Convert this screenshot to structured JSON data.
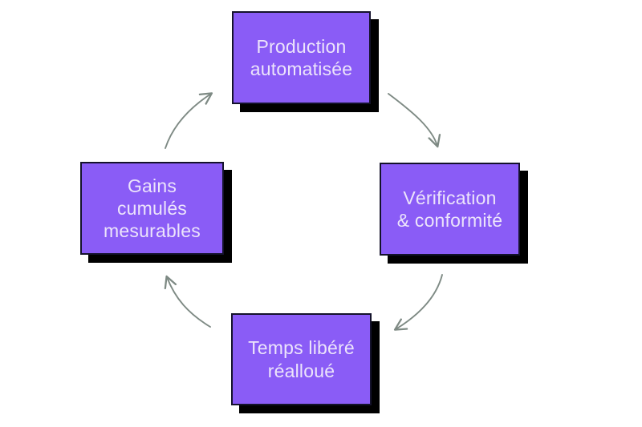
{
  "diagram": {
    "type": "cycle",
    "direction": "clockwise",
    "background_color": "#ffffff",
    "node_fill_color": "#8a5cf6",
    "node_border_color": "#14122b",
    "node_text_color": "#ece4fb",
    "node_shadow_color": "#000000",
    "arrow_color": "#7e8a84",
    "nodes": [
      {
        "id": "top",
        "label": "Production\nautomatisée"
      },
      {
        "id": "right",
        "label": "Vérification\n& conformité"
      },
      {
        "id": "bottom",
        "label": "Temps libéré\nréalloué"
      },
      {
        "id": "left",
        "label": "Gains\ncumulés\nmesurables"
      }
    ],
    "arrows": [
      {
        "id": "top-to-right",
        "from": "top",
        "to": "right",
        "shape": "curved"
      },
      {
        "id": "right-to-bottom",
        "from": "right",
        "to": "bottom",
        "shape": "curved"
      },
      {
        "id": "bottom-to-left",
        "from": "bottom",
        "to": "left",
        "shape": "curved"
      },
      {
        "id": "left-to-top",
        "from": "left",
        "to": "top",
        "shape": "curved"
      }
    ]
  }
}
